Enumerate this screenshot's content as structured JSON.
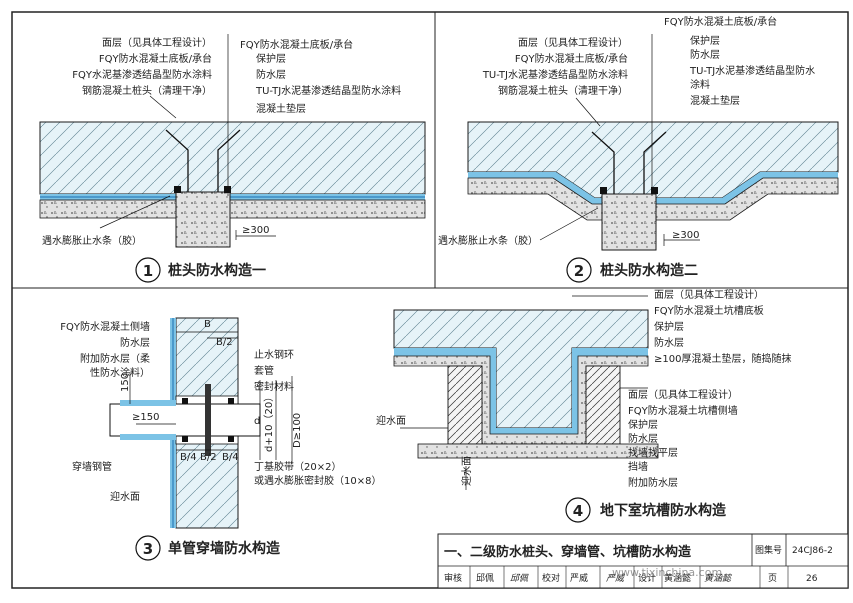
{
  "colors": {
    "water": "#bfe3f1",
    "soil_fill": "#e9f4f8",
    "concrete": "#d4d4d4",
    "membrane": "#2f8fd0",
    "line": "#1a1a1a"
  },
  "d1": {
    "num": "1",
    "caption": "桩头防水构造一",
    "left_labels": [
      "面层（见具体工程设计）",
      "FQY防水混凝土底板/承台",
      "FQY水泥基渗透结晶型防水涂料",
      "钢筋混凝土桩头（清理干净）"
    ],
    "right_labels": [
      "FQY防水混凝土底板/承台",
      "保护层",
      "防水层",
      "TU-TJ水泥基渗透结晶型防水涂料",
      "混凝土垫层"
    ],
    "strip": "遇水膨胀止水条（胶）",
    "dim": "≥300"
  },
  "d2": {
    "num": "2",
    "caption": "桩头防水构造二",
    "left_labels": [
      "面层（见具体工程设计）",
      "FQY防水混凝土底板/承台",
      "TU-TJ水泥基渗透结晶型防水涂料",
      "钢筋混凝土桩头（清理干净）"
    ],
    "right_labels": [
      "FQY防水混凝土底板/承台",
      "保护层",
      "防水层",
      "TU-TJ水泥基渗透结晶型防水",
      "涂料",
      "混凝土垫层"
    ],
    "strip": "遇水膨胀止水条（胶）",
    "dim": "≥300"
  },
  "d3": {
    "num": "3",
    "caption": "单管穿墙防水构造",
    "left_labels": [
      "FQY防水混凝土侧墙",
      "防水层",
      "附加防水层（柔",
      "性防水涂料）"
    ],
    "right_labels": [
      "止水钢环",
      "套管",
      "密封材料"
    ],
    "pipe": "穿墙钢管",
    "water_face": "迎水面",
    "tape1": "丁基胶带（20×2）",
    "tape2": "或遇水膨胀密封胶（10×8）",
    "dims": {
      "B": "B",
      "B2": "B/2",
      "B4": "B/4",
      "h150": "150",
      "w150": "≥150",
      "d": "d",
      "d10": "d+10（20）",
      "D100": "D≥100"
    }
  },
  "d4": {
    "num": "4",
    "caption": "地下室坑槽防水构造",
    "top_labels": [
      "面层（见具体工程设计）",
      "FQY防水混凝土坑槽底板",
      "保护层",
      "防水层",
      "≥100厚混凝土垫层，随捣随抹"
    ],
    "mid_labels": [
      "面层（见具体工程设计）",
      "FQY防水混凝土坑槽侧墙",
      "保护层",
      "防水层",
      "找墙找平层",
      "挡墙",
      "附加防水层"
    ],
    "water_face1": "迎水面",
    "water_face2": "迎水面"
  },
  "title_block": {
    "title": "一、二级防水桩头、穿墙管、坑槽防水构造",
    "atlas_label": "图集号",
    "atlas_no": "24CJ86-2",
    "row": [
      "审核",
      "邱佩",
      "邱佩",
      "校对",
      "严威",
      "严威",
      "设计",
      "黄涵懿",
      "黄涵懿",
      "页",
      "26"
    ],
    "watermark": "www.tjxinchina.com"
  }
}
